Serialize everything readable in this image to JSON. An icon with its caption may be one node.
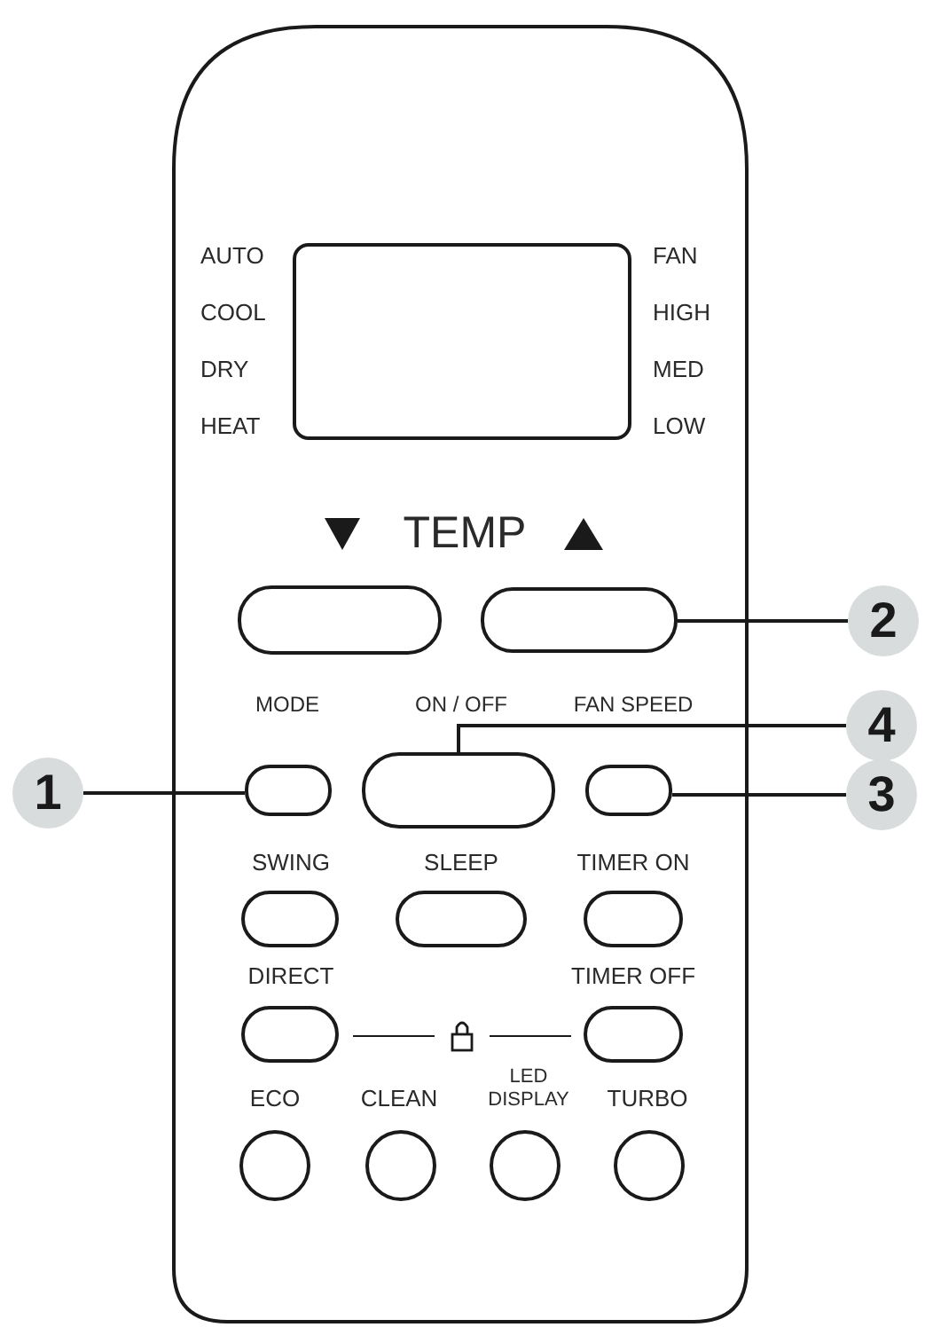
{
  "diagram": {
    "nodes": [
      {
        "text": [],
        "shape": "box"
      },
      {
        "text": [
          "2"
        ]
      },
      {
        "text": [
          "4"
        ]
      },
      {
        "text": [
          "1"
        ]
      },
      {
        "text": [],
        "shape": "box"
      },
      {
        "text": [],
        "shape": "box"
      },
      {
        "text": [],
        "shape": "box"
      },
      {
        "text": [
          "3"
        ]
      }
    ],
    "edges": [
      {
        "from": 1,
        "to": 0,
        "arrow": "none"
      },
      {
        "from": 2,
        "to": 5,
        "arrow": "none"
      },
      {
        "from": 3,
        "to": 4,
        "arrow": "none"
      },
      {
        "from": 7,
        "to": 6,
        "arrow": "none"
      }
    ],
    "labels": [
      "AUTO",
      "FAN",
      "COOL",
      "HIGH",
      "DRY",
      "MED",
      "HEAT",
      "LOW",
      "TEMP",
      "MODE",
      "ON / OFF",
      "FAN SPEED",
      "SWING",
      "SLEEP",
      "TIMER ON",
      "DIRECT",
      "TIMER OFF",
      "ECO",
      "CLEAN",
      "LED DISPLAY",
      "TURBO"
    ]
  }
}
